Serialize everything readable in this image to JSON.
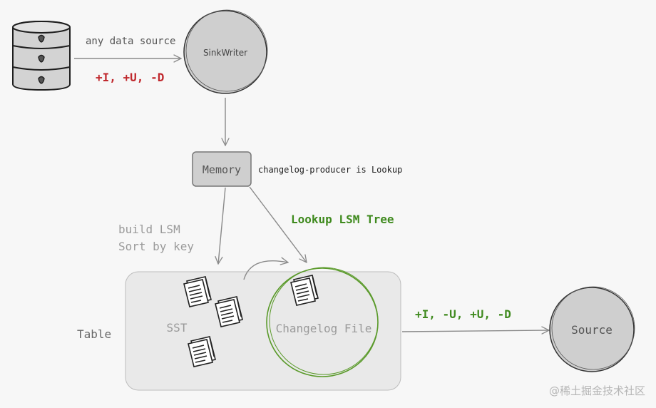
{
  "nodes": {
    "sinkwriter": "SinkWriter",
    "memory": "Memory",
    "source": "Source",
    "table": "Table",
    "sst": "SST",
    "changelog_file": "Changelog File"
  },
  "labels": {
    "any_data_source": "any data source",
    "input_ops": "+I, +U, -D",
    "changelog_producer": "changelog-producer is Lookup",
    "lookup_lsm_tree": "Lookup LSM Tree",
    "build_lsm": "build LSM",
    "sort_by_key": "Sort by key",
    "output_ops": "+I, -U, +U, -D"
  },
  "watermark": "@稀土掘金技术社区",
  "colors": {
    "red": "#c0282d",
    "green": "#3f8a1e",
    "gray_text": "#9a9a9a",
    "dark_text": "#333333",
    "node_fill": "#cfcfcf",
    "table_fill": "#e9e9e9"
  }
}
